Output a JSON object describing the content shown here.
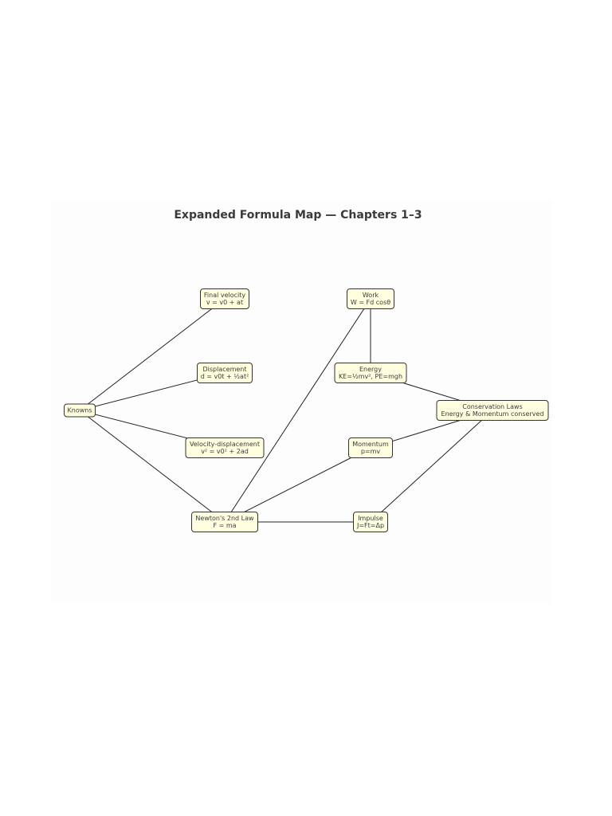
{
  "diagram": {
    "title": "Expanded Formula Map — Chapters 1–3",
    "nodes": {
      "knowns": {
        "label": "Knowns",
        "formula": ""
      },
      "final_velocity": {
        "label": "Final velocity",
        "formula": "v = v0 + at"
      },
      "displacement": {
        "label": "Displacement",
        "formula": "d = v0t + ½at²"
      },
      "velocity_displacement": {
        "label": "Velocity-displacement",
        "formula": "v² = v0² + 2ad"
      },
      "newtons_second_law": {
        "label": "Newton's 2nd Law",
        "formula": "F = ma"
      },
      "work": {
        "label": "Work",
        "formula": "W = Fd cosθ"
      },
      "energy": {
        "label": "Energy",
        "formula": "KE=½mv², PE=mgh"
      },
      "momentum": {
        "label": "Momentum",
        "formula": "p=mv"
      },
      "impulse": {
        "label": "Impulse",
        "formula": "J=Ft=Δp"
      },
      "conservation_laws": {
        "label": "Conservation Laws",
        "formula": "Energy & Momentum conserved"
      }
    },
    "edges": [
      {
        "from": "knowns",
        "to": "final_velocity"
      },
      {
        "from": "knowns",
        "to": "displacement"
      },
      {
        "from": "knowns",
        "to": "velocity_displacement"
      },
      {
        "from": "knowns",
        "to": "newtons_second_law"
      },
      {
        "from": "newtons_second_law",
        "to": "work"
      },
      {
        "from": "newtons_second_law",
        "to": "momentum"
      },
      {
        "from": "newtons_second_law",
        "to": "impulse"
      },
      {
        "from": "work",
        "to": "energy"
      },
      {
        "from": "energy",
        "to": "conservation_laws"
      },
      {
        "from": "momentum",
        "to": "conservation_laws"
      },
      {
        "from": "impulse",
        "to": "conservation_laws"
      }
    ],
    "colors": {
      "node_fill": "#ffffe0",
      "node_border": "#333333",
      "edge": "#222222",
      "text": "#3a3a3a"
    }
  }
}
